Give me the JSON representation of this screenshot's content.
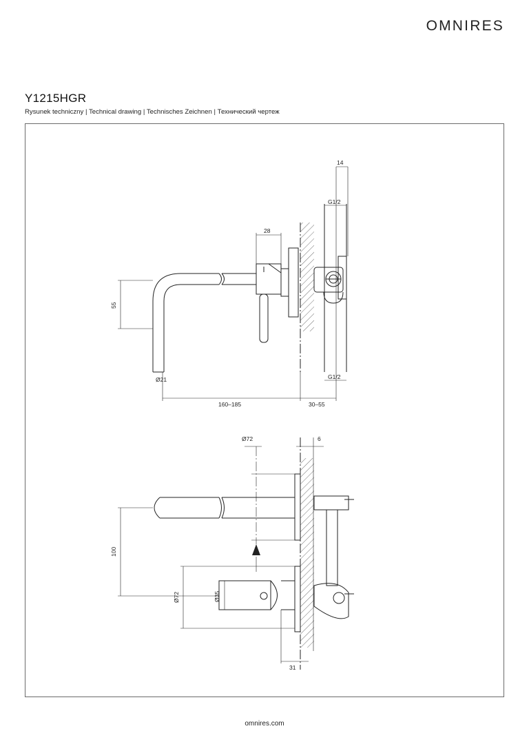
{
  "header": {
    "brand": "OMNIRES"
  },
  "document": {
    "title": "Y1215HGR",
    "subtitle": "Rysunek techniczny | Technical drawing | Technisches Zeichnen | Технический чертеж"
  },
  "drawing": {
    "side_view": {
      "dims": {
        "top_width": "14",
        "thread_top": "G1/2",
        "lever_width": "28",
        "spout_height": "55",
        "spout_diameter": "Ø21",
        "thread_bottom": "G1/2",
        "spout_length": "160–185",
        "wall_depth": "30–55"
      }
    },
    "top_view": {
      "dims": {
        "rosette_diameter_top": "Ø72",
        "rosette_thickness": "6",
        "spacing": "100",
        "rosette_diameter": "Ø72",
        "handle_diameter": "Ø35",
        "handle_depth": "31"
      }
    }
  },
  "footer": {
    "url": "omnires.com"
  }
}
